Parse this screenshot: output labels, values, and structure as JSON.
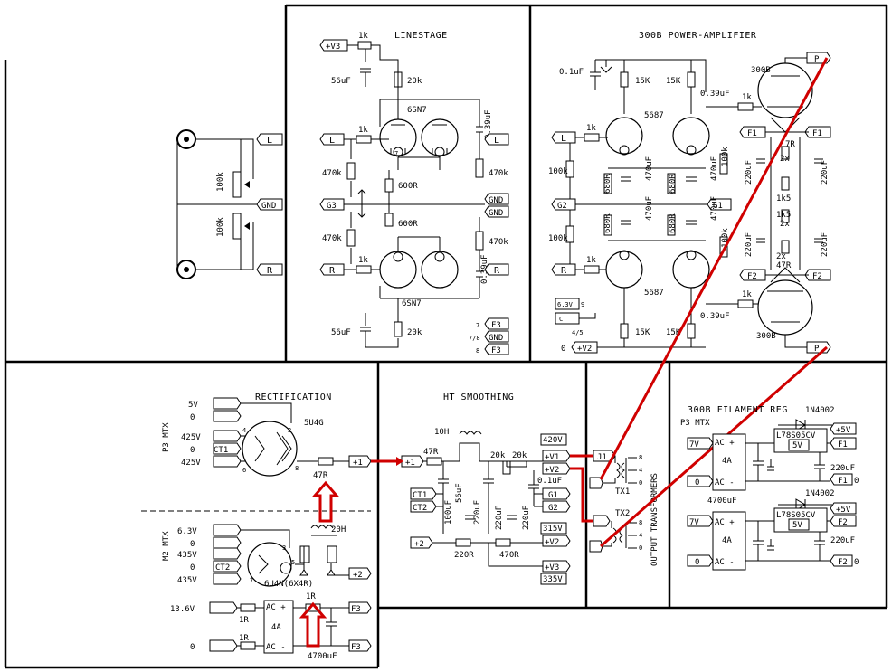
{
  "sections": {
    "linestage": "LINESTAGE",
    "power_amp": "300B POWER-AMPLIFIER",
    "rectification": "RECTIFICATION",
    "ht_smoothing": "HT SMOOTHING",
    "filament_reg": "300B FILAMENT REG",
    "output_transformers": "OUTPUT TRANSFORMERS"
  },
  "input_panel": {
    "ports": [
      "L",
      "GND",
      "R"
    ],
    "pots": [
      "100k",
      "100k"
    ]
  },
  "linestage": {
    "supply": "+V3",
    "res_top": "1k",
    "cap_top": "56uF",
    "res_anode_top": "20k",
    "tube_top": "6SN7",
    "tube_bottom": "6SN7",
    "in_top": "L",
    "in_mid": "G3",
    "in_bottom": "R",
    "out_top": "L",
    "out_bottom": "R",
    "grid_res_top": "1k",
    "grid_res_bottom": "1k",
    "leak_top": "470k",
    "leak_bottom": "470k",
    "cathode_top": "600R",
    "cathode_bottom": "600R",
    "cap_couple_top": "0.39uF",
    "cap_couple_bottom": "0.39uF",
    "out_leak_top": "470k",
    "out_leak_bottom": "470k",
    "gnd1": "GND",
    "gnd2": "GND",
    "cap_bottom": "56uF",
    "res_anode_bottom": "20k",
    "pin_a": "7",
    "pin_b": "7/8",
    "pin_c": "8",
    "f3": "F3",
    "gnd3": "GND",
    "f3b": "F3"
  },
  "power_amp": {
    "cap_top": "0.1uF",
    "res_a": "15K",
    "res_b": "15K",
    "tube_driver": "5687",
    "tube_driver_bottom": "5687",
    "cap_couple_top": "0.39uF",
    "cap_couple_bottom": "0.39uF",
    "grid_top": "1k",
    "grid_bottom": "1k",
    "in_l": "L",
    "in_g2": "G2",
    "in_r": "R",
    "in_g1": "G1",
    "leak_a": "100k",
    "leak_b": "100k",
    "grid1": "1k",
    "grid2": "1k",
    "cath_a": "680R",
    "cath_b": "680R",
    "cath_c": "680R",
    "cath_d": "680R",
    "cap_470a": "470uF",
    "cap_470b": "470uF",
    "cap_470c": "470uF",
    "cap_470d": "470uF",
    "res_100k_c": "100k",
    "res_100k_d": "100k",
    "tube_out_top": "300B",
    "tube_out_bottom": "300B",
    "p_top": "P",
    "p_bottom": "P",
    "f1a": "F1",
    "f1b": "F1",
    "f2a": "F2",
    "f2b": "F2",
    "cap_220a": "220uF",
    "cap_220b": "220uF",
    "cap_220c": "220uF",
    "cap_220d": "220uF",
    "res_7r": "7R",
    "res_2x_a": "2x",
    "res_2x_b": "2x",
    "res_2x_c": "2x",
    "res_1k5_a": "1k5",
    "res_1k5_b": "1k5",
    "res_47r": "47R",
    "heater_a": "6.3V",
    "heater_b": "CT",
    "heater_pin_a": "9",
    "heater_pin_b": "4/5",
    "supply": "+V2",
    "res_15k_c": "15K",
    "res_15k_d": "15K",
    "ground_sym": "0"
  },
  "rectification": {
    "p3": "P3 MTX",
    "v5": "5V",
    "v0a": "0",
    "v425a": "425V",
    "v0b": "0",
    "v425b": "425V",
    "ct1": "CT1",
    "tube": "5U4G",
    "res": "47R",
    "out": "+1",
    "m2": "M2 MTX",
    "v63": "6.3V",
    "v0c": "0",
    "v435a": "435V",
    "v0d": "0",
    "v435b": "435V",
    "ct2": "CT2",
    "tube2": "6U4N(6X4R)",
    "choke": "20H",
    "out2": "+2",
    "v136": "13.6V",
    "v0e": "0",
    "r1a": "1R",
    "r1b": "1R",
    "r1c": "1R",
    "bridge": "4A",
    "ac_plus": "AC +",
    "ac_minus": "AC -",
    "f3a": "F3",
    "f3b": "F3",
    "cap": "4700uF",
    "pin_2": "2",
    "pin_4": "4",
    "pin_6": "6",
    "pin_8": "8",
    "pin_3": "3",
    "pin_5": "5",
    "pin_7": "7"
  },
  "ht_smoothing": {
    "choke": "10H",
    "res_47r": "47R",
    "in": "+1",
    "res_20k_a": "20k",
    "res_20k_b": "20k",
    "v420": "420V",
    "u1": "+V1",
    "u2": "+V2",
    "cap_56": "56uF",
    "cap_220a": "220uF",
    "cap_220b": "220uF",
    "cap_220c": "220uF",
    "cap_01": "0.1uF",
    "cap_100": "100uF",
    "ct1": "CT1",
    "ct2": "CT2",
    "g1": "G1",
    "g2": "G2",
    "v315": "315V",
    "v2": "+V2",
    "res_220r": "220R",
    "res_470r": "470R",
    "in2": "+2",
    "v3": "+V3",
    "v335": "335V"
  },
  "transformers": {
    "j1": "J1",
    "tx1": "TX1",
    "tx2": "TX2",
    "taps_a": [
      "8",
      "4",
      "0"
    ],
    "taps_b": [
      "8",
      "4",
      "0"
    ]
  },
  "filament": {
    "p3": "P3 MTX",
    "diode_a": "1N4002",
    "diode_b": "1N4002",
    "reg_a": "L78S05CV",
    "reg_b": "L78S05CV",
    "v5_a": "+5V",
    "v5_b": "+5V",
    "f1": "F1",
    "f1b": "F1",
    "f2": "F2",
    "f2b": "F2",
    "in_a": "7V",
    "in_b": "7V",
    "zero_a": "0",
    "zero_b": "0",
    "bridge_a": "4A",
    "bridge_b": "4A",
    "ac_plus": "AC +",
    "ac_minus": "AC -",
    "cap_4700": "4700uF",
    "cap_220a": "220uF",
    "cap_220b": "220uF",
    "v5_label": "5V",
    "v5_label_b": "5V",
    "zero_out_a": "0",
    "zero_out_b": "0"
  }
}
